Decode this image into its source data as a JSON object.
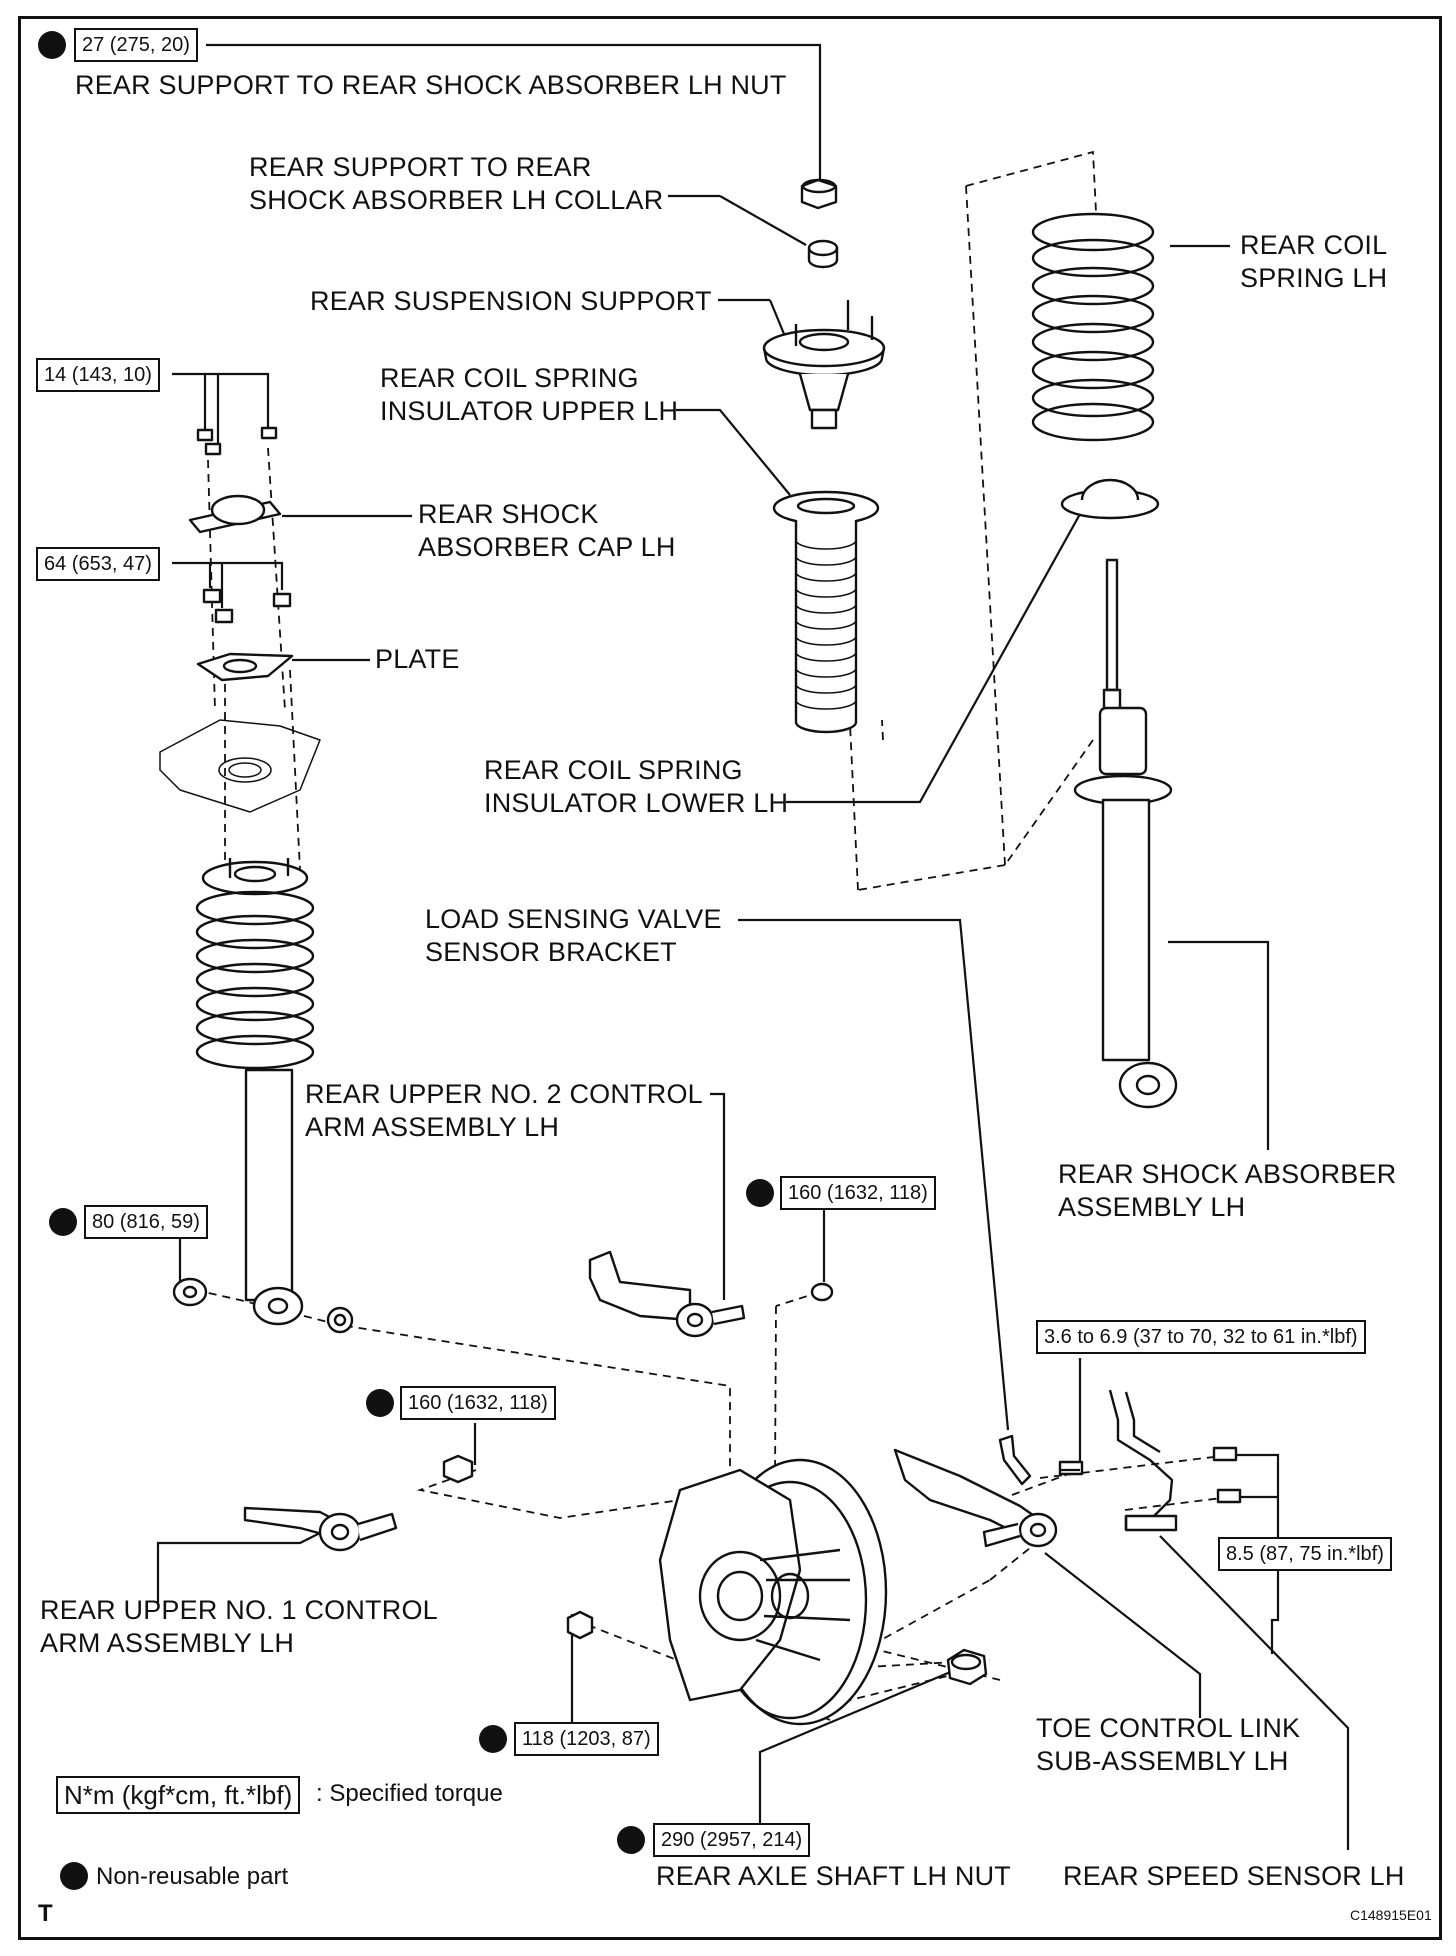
{
  "labels": {
    "support_nut": "REAR SUPPORT TO REAR SHOCK ABSORBER LH NUT",
    "collar_1": "REAR SUPPORT TO REAR",
    "collar_2": "SHOCK ABSORBER LH COLLAR",
    "suspension_support": "REAR SUSPENSION SUPPORT",
    "coil_spring_1": "REAR COIL",
    "coil_spring_2": "SPRING LH",
    "insulator_upper_1": "REAR COIL SPRING",
    "insulator_upper_2": "INSULATOR UPPER LH",
    "cap_1": "REAR SHOCK",
    "cap_2": "ABSORBER CAP LH",
    "plate": "PLATE",
    "insulator_lower_1": "REAR COIL SPRING",
    "insulator_lower_2": "INSULATOR LOWER LH",
    "lsv_bracket_1": "LOAD SENSING VALVE",
    "lsv_bracket_2": "SENSOR BRACKET",
    "upper_no2_1": "REAR UPPER NO. 2 CONTROL",
    "upper_no2_2": "ARM ASSEMBLY LH",
    "shock_assy_1": "REAR SHOCK ABSORBER",
    "shock_assy_2": "ASSEMBLY LH",
    "upper_no1_1": "REAR UPPER NO. 1 CONTROL",
    "upper_no1_2": "ARM ASSEMBLY LH",
    "toe_link_1": "TOE CONTROL LINK",
    "toe_link_2": "SUB-ASSEMBLY LH",
    "axle_nut": "REAR AXLE SHAFT LH NUT",
    "speed_sensor": "REAR SPEED SENSOR LH"
  },
  "torques": {
    "t_support_nut": "27 (275, 20)",
    "t_cap_nuts": "14 (143, 10)",
    "t_plate_nuts": "64 (653, 47)",
    "t_lower_shock": "80 (816, 59)",
    "t_upper_no2": "160 (1632, 118)",
    "t_bracket_bolt": "3.6 to 6.9 (37 to 70, 32 to 61 in.*lbf)",
    "t_upper_no1": "160 (1632, 118)",
    "t_sensor_bolts": "8.5 (87, 75 in.*lbf)",
    "t_toe_link": "118 (1203, 87)",
    "t_axle_nut": "290 (2957, 214)"
  },
  "legend": {
    "torque_unit": "N*m (kgf*cm, ft.*lbf)",
    "torque_desc": ": Specified torque",
    "nonreusable": "Non-reusable part"
  },
  "corner": {
    "left": "T",
    "right": "C148915E01"
  }
}
